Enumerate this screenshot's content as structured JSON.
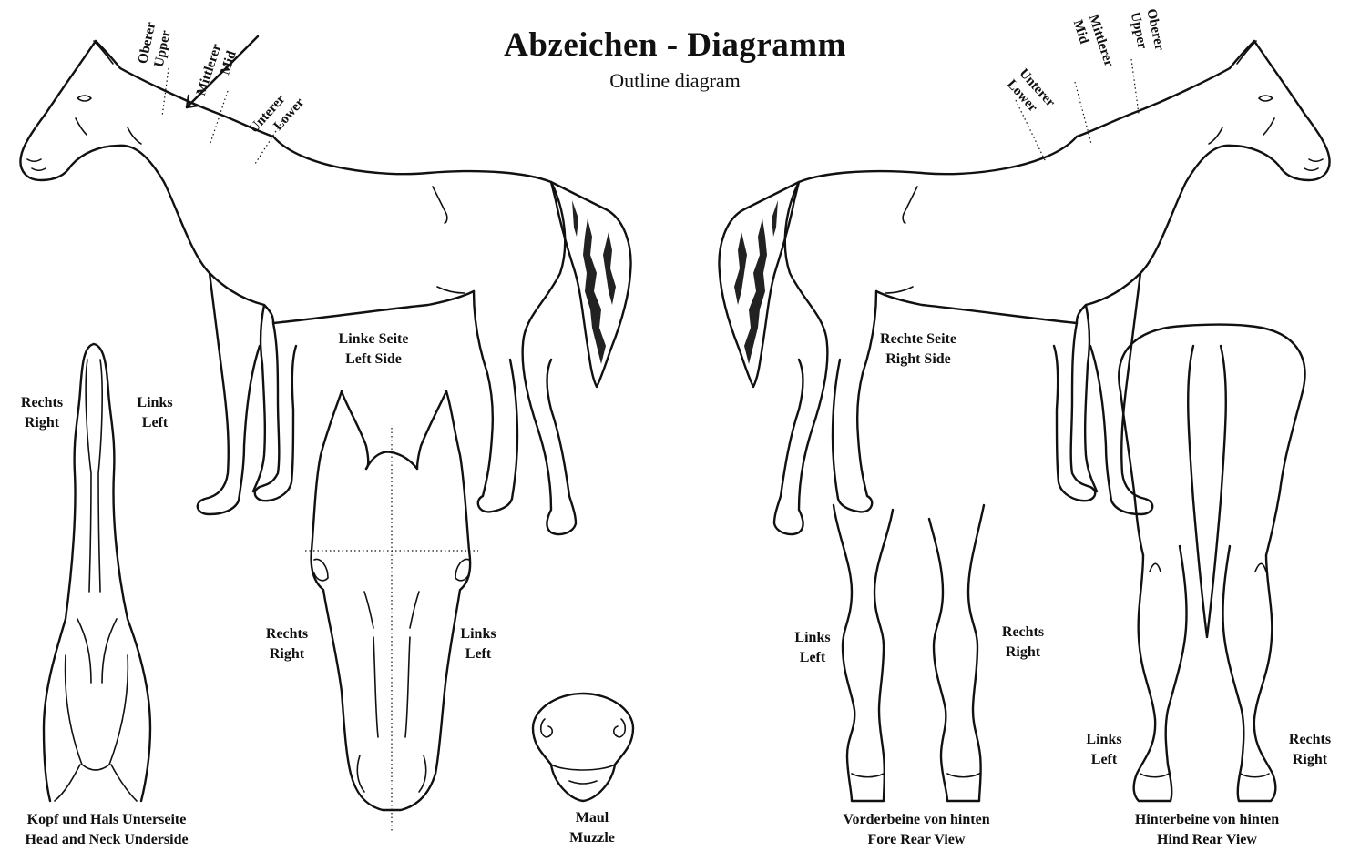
{
  "title": "Abzeichen - Diagramm",
  "subtitle": "Outline diagram",
  "left_side": {
    "de": "Linke Seite",
    "en": "Left Side"
  },
  "right_side": {
    "de": "Rechte Seite",
    "en": "Right Side"
  },
  "neck_left": {
    "upper": {
      "de": "Oberer",
      "en": "Upper"
    },
    "mid": {
      "de": "Mittlerer",
      "en": "Mid"
    },
    "lower": {
      "de": "Unterer",
      "en": "Lower"
    }
  },
  "neck_right": {
    "upper": {
      "de": "Oberer",
      "en": "Upper"
    },
    "mid": {
      "de": "Mittlerer",
      "en": "Mid"
    },
    "lower": {
      "de": "Unterer",
      "en": "Lower"
    }
  },
  "underside": {
    "right": {
      "de": "Rechts",
      "en": "Right"
    },
    "left": {
      "de": "Links",
      "en": "Left"
    },
    "caption": {
      "de": "Kopf und Hals Unterseite",
      "en": "Head and Neck Underside"
    }
  },
  "head_front": {
    "right": {
      "de": "Rechts",
      "en": "Right"
    },
    "left": {
      "de": "Links",
      "en": "Left"
    }
  },
  "muzzle": {
    "de": "Maul",
    "en": "Muzzle"
  },
  "fore_rear": {
    "left": {
      "de": "Links",
      "en": "Left"
    },
    "right": {
      "de": "Rechts",
      "en": "Right"
    },
    "caption": {
      "de": "Vorderbeine von hinten",
      "en": "Fore Rear View"
    }
  },
  "hind_rear": {
    "left": {
      "de": "Links",
      "en": "Left"
    },
    "right": {
      "de": "Rechts",
      "en": "Right"
    },
    "caption": {
      "de": "Hinterbeine von hinten",
      "en": "Hind Rear View"
    }
  }
}
